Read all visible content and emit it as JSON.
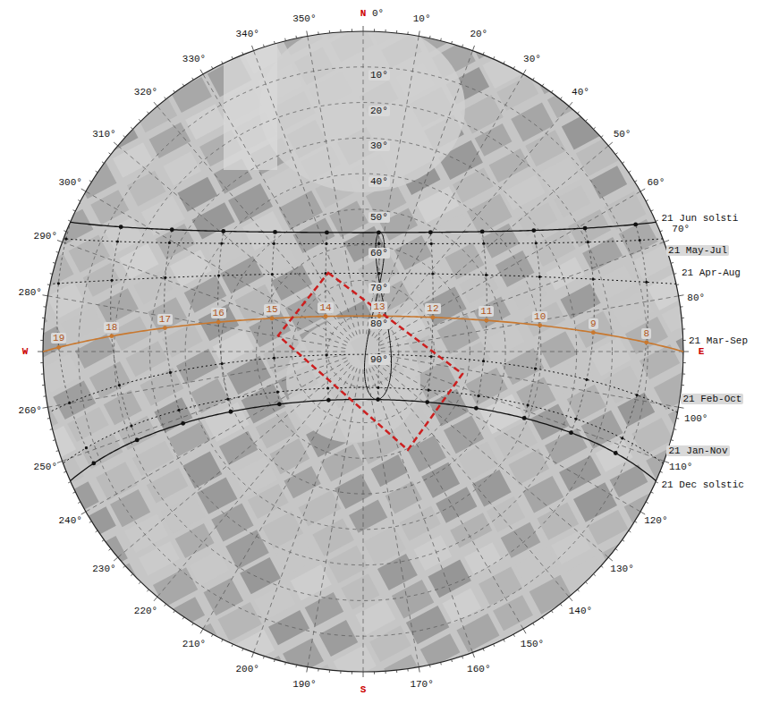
{
  "diagram": {
    "labels": [
      "N",
      "0°",
      "10°",
      "20°",
      "30°",
      "40°",
      "50°",
      "60°",
      "70°",
      "80°",
      "E",
      "100°",
      "110°",
      "120°",
      "130°",
      "140°",
      "150°",
      "160°",
      "170°",
      "S",
      "190°",
      "200°",
      "210°",
      "220°",
      "230°",
      "240°",
      "250°",
      "260°",
      "W",
      "280°",
      "290°",
      "300°",
      "310°",
      "320°",
      "330°",
      "340°",
      "350°",
      "10°",
      "20°",
      "30°",
      "40°",
      "50°",
      "60°",
      "70°",
      "80°",
      "90°",
      "19",
      "18",
      "17",
      "16",
      "15",
      "14",
      "13",
      "12",
      "11",
      "10",
      "9",
      "8",
      "21 Jun solsti",
      "21 May-Jul",
      "21 Apr-Aug",
      "21 Mar-Sep",
      "21 Feb-Oct",
      "21 Jan-Nov",
      "21 Dec solstic"
    ]
  }
}
